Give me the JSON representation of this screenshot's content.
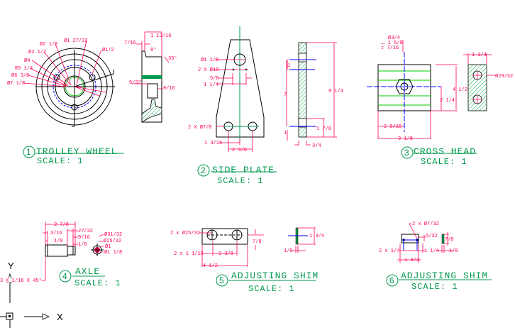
{
  "views": [
    {
      "number": "1",
      "title": "TROLLEY WHEEL",
      "scale": "SCALE: 1",
      "dims": [
        "Ø2 1/8",
        "Ø1 27/32",
        "Ø2 1/2",
        "Ø4",
        "R5 1/4",
        "Ø6 3/8",
        "Ø7 1/8",
        "Ø1/2",
        "1 13/16",
        "7/16",
        "8°",
        "35°",
        "5/32",
        "9/16"
      ]
    },
    {
      "number": "2",
      "title": "SIDE PLATE",
      "scale": "SCALE: 1",
      "dims": [
        "Ø1 1/8",
        "2 X Ø19",
        "5/8",
        "1 1/4",
        "2 X Ø7/8",
        "1 3/16",
        "2 3/8",
        "1",
        "7",
        "9 1/4",
        "1 7/8",
        "1",
        "3/4"
      ]
    },
    {
      "number": "3",
      "title": "CROSS HEAD",
      "scale": "SCALE: 1",
      "dims": [
        "Ø3/4",
        "⌴ 1 5/8",
        "↧ 7/16",
        "4 1/2",
        "2 1/4",
        "2 9/16",
        "3 1/8",
        "1 3/4",
        "Ø29/32"
      ]
    },
    {
      "number": "4",
      "title": "AXLE",
      "scale": "SCALE: 1",
      "dims": [
        "2 7/8",
        "3/16",
        "27/32",
        "9/16",
        "1/8",
        "1/8",
        "Ø31/32",
        "Ø25/32",
        "Ø1",
        "Ø1 1/8",
        "3 X 1/16 X 45°"
      ]
    },
    {
      "number": "5",
      "title": "ADJUSTING SHIM",
      "scale": "SCALE: 1",
      "dims": [
        "2 x Ø25/32",
        "7/8",
        "2 x 1 1/16",
        "2 3/8",
        "4 1/2",
        "1 3/4",
        "1/8"
      ]
    },
    {
      "number": "6",
      "title": "ADJUSTING SHIM",
      "scale": "SCALE: 1",
      "dims": [
        "2 x Ø7/32",
        "5/32",
        "2 x 1/4",
        "1 1/4",
        "1 3/4",
        "7/8",
        "1/8"
      ]
    }
  ],
  "ucs": {
    "x_label": "X",
    "y_label": "Y"
  },
  "colors": {
    "dimension": "#ff0055",
    "title": "#00994d",
    "center": "#0000ff",
    "hatch": "#00cc00"
  }
}
